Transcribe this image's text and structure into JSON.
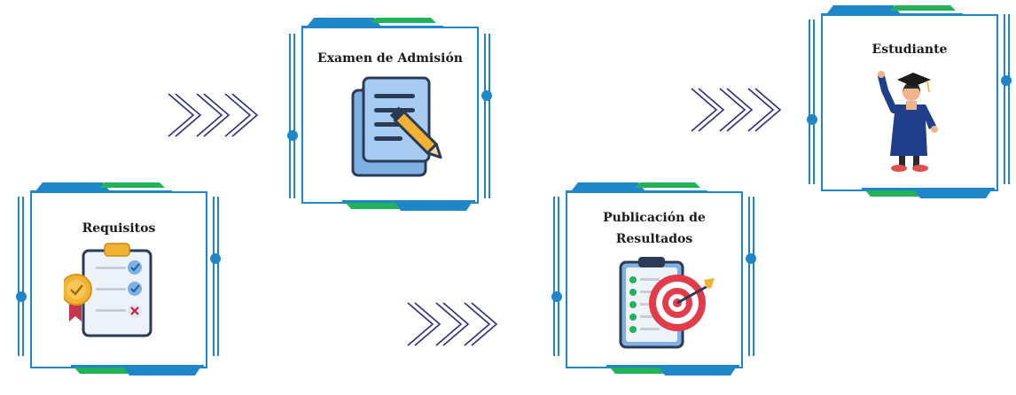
{
  "steps": [
    {
      "id": "requisitos",
      "title": "Requisitos",
      "icon": "checklist-badge-icon"
    },
    {
      "id": "examen",
      "title": "Examen de Admisión",
      "icon": "document-pencil-icon"
    },
    {
      "id": "publicacion",
      "title_line1": "Publicación de",
      "title_line2": "Resultados",
      "icon": "clipboard-target-icon"
    },
    {
      "id": "estudiante",
      "title": "Estudiante",
      "icon": "graduate-student-icon"
    }
  ],
  "connectors": [
    {
      "name": "chevrons-requisitos-to-examen",
      "icon": "triple-chevron-right-icon"
    },
    {
      "name": "chevrons-examen-to-publicacion",
      "icon": "triple-chevron-right-icon"
    },
    {
      "name": "chevrons-publicacion-to-estudiante",
      "icon": "triple-chevron-right-icon"
    }
  ],
  "colors": {
    "frame_blue": "#1f86c8",
    "accent_green": "#22b35a",
    "chevron_navy": "#2a2f7a"
  }
}
